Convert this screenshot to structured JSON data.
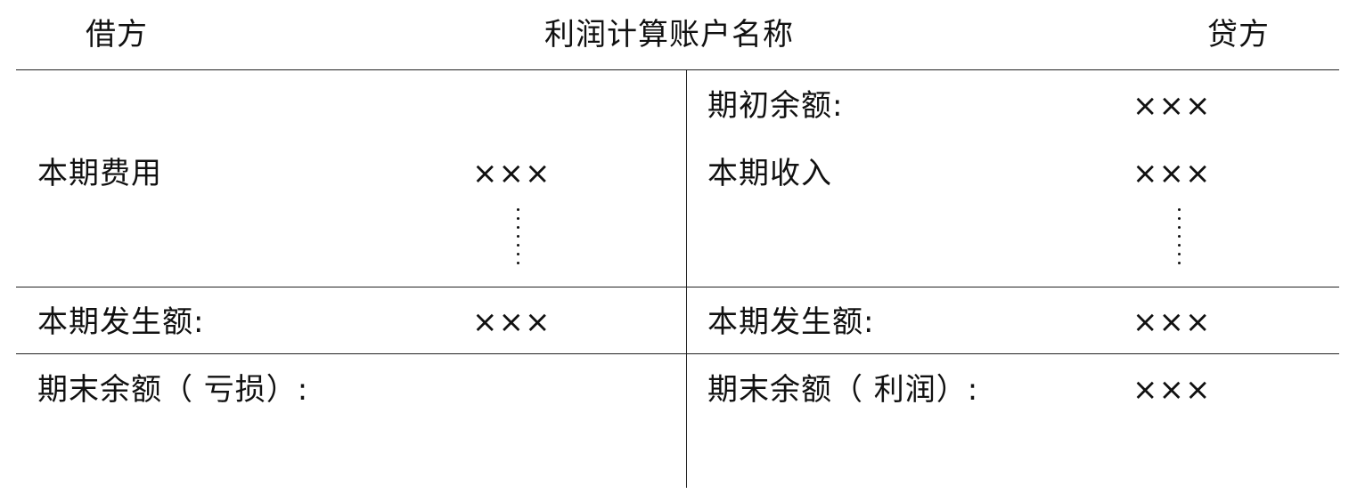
{
  "header": {
    "debit_label": "借方",
    "account_title": "利润计算账户名称",
    "credit_label": "贷方"
  },
  "debit_side": {
    "current_expense_label": "本期费用",
    "current_expense_value": "×××",
    "period_total_label": "本期发生额:",
    "period_total_value": "×××",
    "ending_balance_label": "期末余额（ 亏损）:"
  },
  "credit_side": {
    "opening_balance_label": "期初余额:",
    "opening_balance_value": "×××",
    "current_income_label": "本期收入",
    "current_income_value": "×××",
    "period_total_label": "本期发生额:",
    "period_total_value": "×××",
    "ending_balance_label": "期末余额（ 利润）:",
    "ending_balance_value": "×××"
  }
}
